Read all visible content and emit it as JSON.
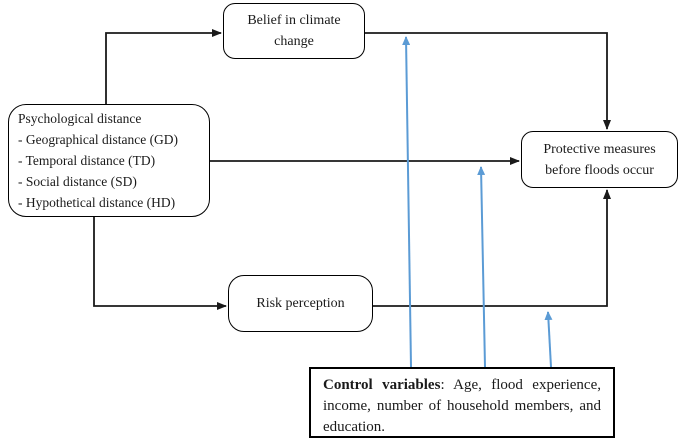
{
  "boxes": {
    "belief": {
      "label": "Belief in climate change"
    },
    "psychological": {
      "title": "Psychological distance",
      "items": [
        "- Geographical distance (GD)",
        "- Temporal distance (TD)",
        "- Social distance (SD)",
        "- Hypothetical distance (HD)"
      ]
    },
    "protective": {
      "label": "Protective measures before floods occur"
    },
    "risk": {
      "label": "Risk perception"
    },
    "control": {
      "bold": "Control variables",
      "rest": ": Age, flood experience, income, number of household members, and education."
    }
  },
  "arrows": {
    "black": [
      "psychological-to-belief",
      "belief-to-protective",
      "psychological-to-protective",
      "psychological-to-risk",
      "risk-to-protective"
    ],
    "blue_moderators": [
      "control-to-belief-protective-path",
      "control-to-psychological-protective-path",
      "control-to-risk-protective-path"
    ]
  },
  "colors": {
    "line_black": "#1a1a1a",
    "arrow_blue": "#5b9bd5",
    "box_border": "#000000",
    "background": "#ffffff"
  }
}
